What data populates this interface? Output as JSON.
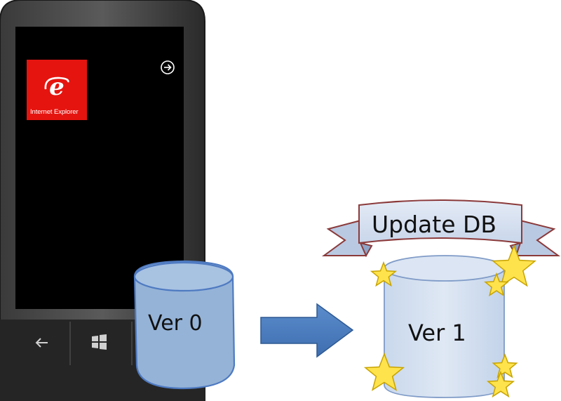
{
  "phone": {
    "tile_label": "Internet Explorer",
    "tile_icon": "internet-explorer-icon",
    "tile_color": "#e5140f",
    "arrow_icon": "arrow-right-circle-icon",
    "nav": [
      "back-icon",
      "windows-icon",
      "search-icon"
    ]
  },
  "diagram": {
    "source_db": {
      "label": "Ver 0"
    },
    "target_db": {
      "label": "Ver 1"
    },
    "banner": {
      "label": "Update DB"
    },
    "arrow_color": "#4f7fbf",
    "db_fill": "#95b3d7",
    "star_color": "#ffe34d"
  }
}
